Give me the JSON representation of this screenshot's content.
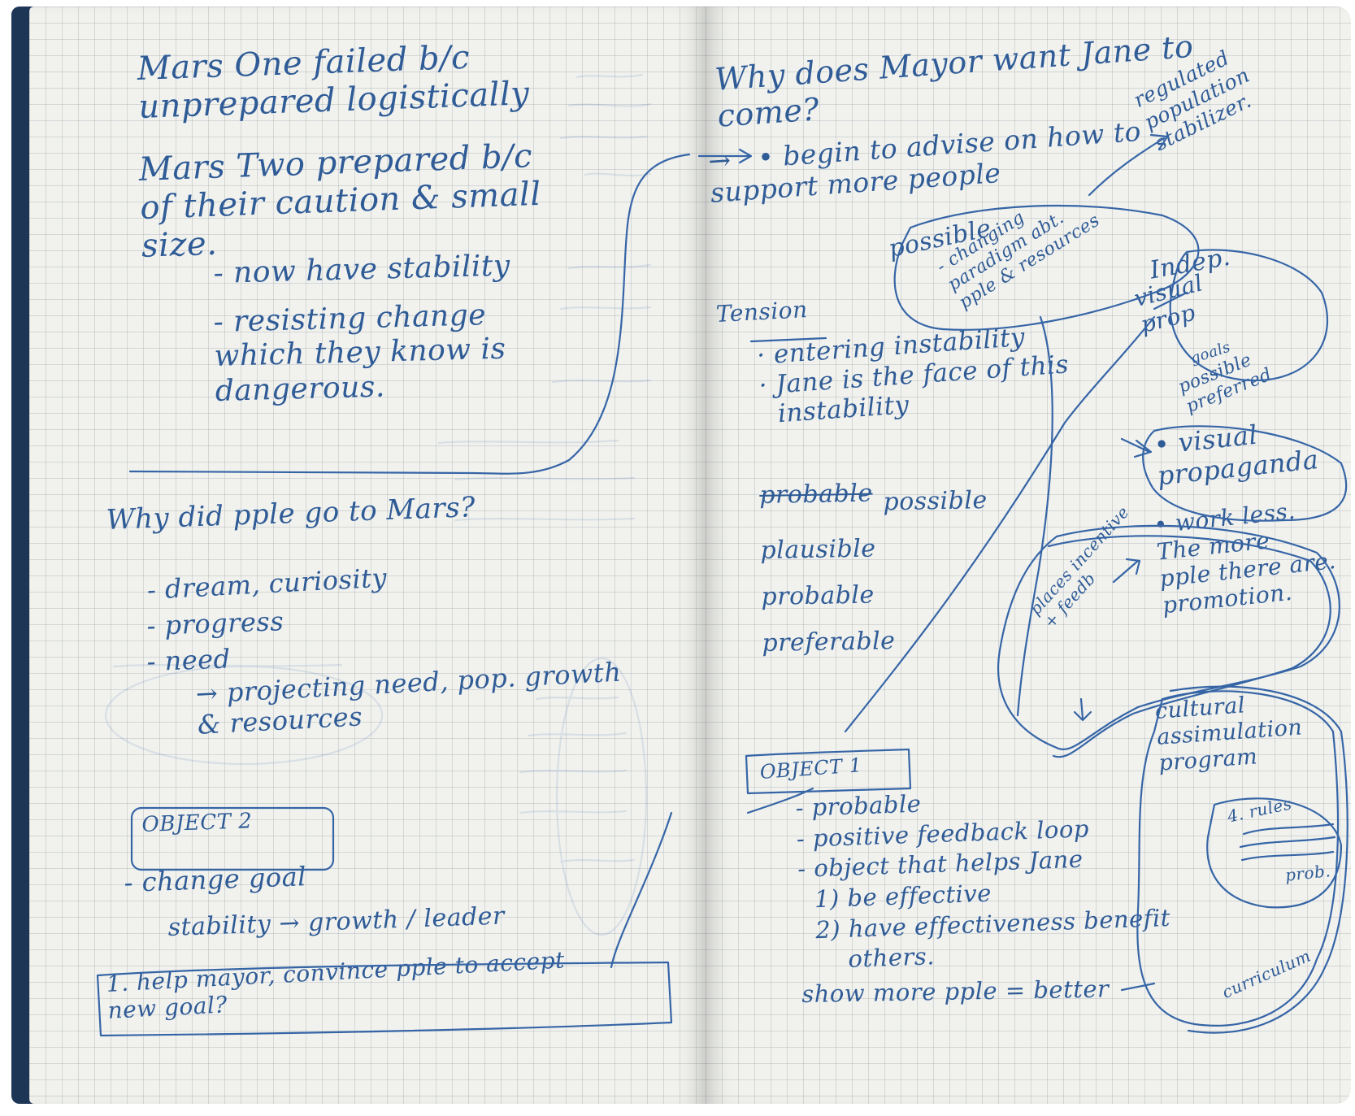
{
  "notebook": {
    "left_page": {
      "mars_one_heading": "Mars One failed b/c\nunprepared logistically",
      "mars_two_heading": "Mars Two prepared b/c\nof their caution & small\nsize.",
      "stability_note": "- now have stability",
      "resisting_note": "- resisting change\nwhich they know is\ndangerous.",
      "why_question": "Why did pple go to Mars?",
      "reason_dream": "- dream, curiosity",
      "reason_progress": "- progress",
      "reason_need": "- need",
      "projecting_note": "→ projecting need, pop. growth\n& resources",
      "object_two_label": "OBJECT 2",
      "change_goal": "- change goal",
      "stability_growth": "stability → growth / leader",
      "help_mayor_note": "1. help mayor, convince pple to accept\nnew goal?"
    },
    "right_page": {
      "mayor_question": "Why does Mayor want Jane to\ncome?",
      "begin_advise": "→   • begin to advise on how to\nsupport more people",
      "regulated_note": "regulated\npopulation\nstabilizer.",
      "possible_bubble": "possible",
      "changing_paradigm": "- changing\nparadigm abt.\npple & resources",
      "indep_label": "Indep.",
      "visual_prop_label": "visual\nprop",
      "tension_label": "Tension",
      "tension_items": "· entering instability\n· Jane is the face of this\n  instability",
      "goals_note": "goals",
      "possible_preferred": "possible\npreferred",
      "visual_propaganda": "• visual\npropaganda",
      "probable_struck": "probable",
      "futures_list": "possible\nplausible\nprobable\npreferable",
      "work_less": "• work less.\nThe more\npple there are.\npromotion.",
      "places_incentive": "places incentive\n+ feedb",
      "cultural_program": "cultural\nassimulation\nprogram",
      "rules_note": "4. rules",
      "prob_note": "prob.",
      "object_one_label": "OBJECT 1",
      "object_one_items": "- probable\n- positive feedback loop\n- object that helps Jane\n  1) be effective\n  2) have effectiveness benefit\n      others.",
      "show_more_pple": "show more pple = better",
      "curriculum_note": "curriculum"
    }
  },
  "colors": {
    "ink": "#2f5b96",
    "cover": "#1e3656",
    "paper": "#f1f2ee",
    "grid": "#c4c8cc"
  }
}
